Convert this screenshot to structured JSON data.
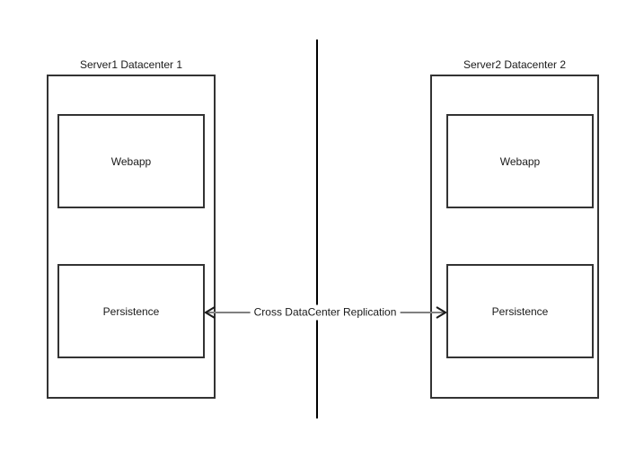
{
  "diagram": {
    "left_server": {
      "title": "Server1 Datacenter 1",
      "components": {
        "webapp": "Webapp",
        "persistence": "Persistence"
      }
    },
    "right_server": {
      "title": "Server2 Datacenter 2",
      "components": {
        "webapp": "Webapp",
        "persistence": "Persistence"
      }
    },
    "replication": {
      "label": "Cross DataCenter Replication"
    },
    "colors": {
      "background": "#ffffff",
      "box_border": "#333333",
      "divider_line": "#000000",
      "arrow_line": "#808080",
      "arrowhead": "#1a1a1a",
      "text": "#1a1a1a"
    }
  }
}
